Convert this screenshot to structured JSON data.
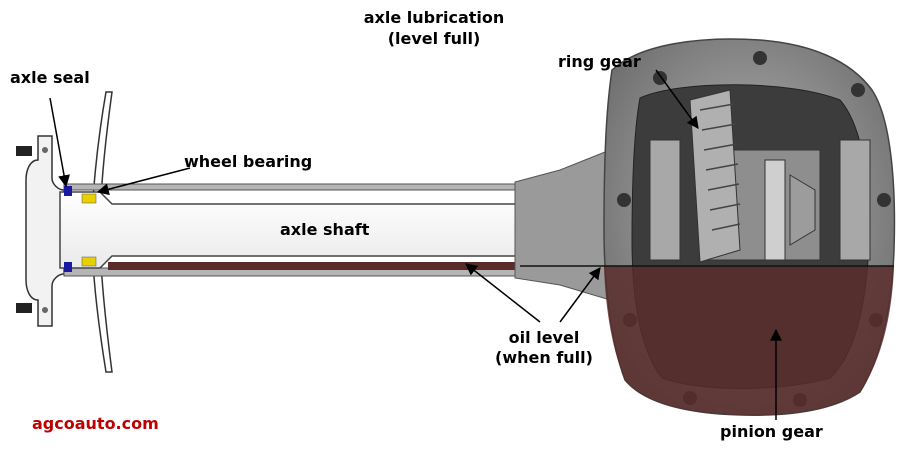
{
  "title": {
    "line1": "axle lubrication",
    "line2": "(level full)"
  },
  "labels": {
    "axle_seal": "axle seal",
    "wheel_bearing": "wheel bearing",
    "axle_shaft": "axle shaft",
    "ring_gear": "ring gear",
    "oil_level_line1": "oil level",
    "oil_level_line2": "(when full)",
    "pinion_gear": "pinion gear"
  },
  "brand": {
    "text": "agcoauto.com",
    "color": "#c00000"
  },
  "colors": {
    "oil": "#5a2b2b",
    "seal": "#1a1aa0",
    "bearing": "#e8d000",
    "housing": "#8a8a8a"
  }
}
